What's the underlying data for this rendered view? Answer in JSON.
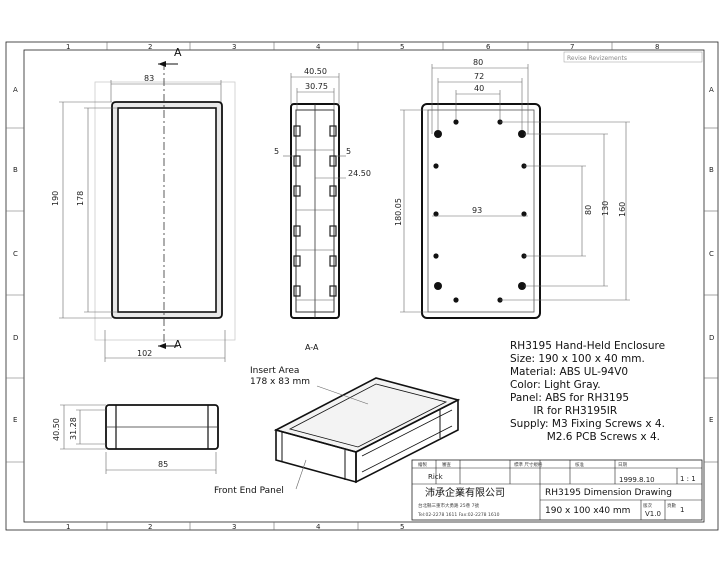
{
  "sheet": {
    "zones_top": [
      "1",
      "2",
      "3",
      "4",
      "5",
      "6",
      "7",
      "8"
    ],
    "zones_left": [
      "A",
      "B",
      "C",
      "D",
      "E"
    ],
    "revision_label": "Revise Revizements"
  },
  "section_markers": {
    "top": "A",
    "bottom": "A",
    "view_label": "A-A"
  },
  "front_view": {
    "width": "83",
    "height_outer": "190",
    "height_inner": "178",
    "bottom": "102"
  },
  "section_view": {
    "width_outer": "40.50",
    "width_inner": "30.75",
    "left_wall": "5",
    "right_wall": "5",
    "depth": "24.50"
  },
  "back_view": {
    "w_outer": "80",
    "w_mid": "72",
    "w_inner": "40",
    "w_center": "93",
    "h_left": "180.05",
    "h_right1": "80",
    "h_right2": "130",
    "h_right3": "160"
  },
  "end_view": {
    "height_outer": "40.50",
    "height_inner": "31.28",
    "width": "85"
  },
  "iso_labels": {
    "insert_line1": "Insert Area",
    "insert_line2": "178 x 83 mm",
    "front_panel": "Front End Panel"
  },
  "spec_notes": [
    "RH3195 Hand-Held Enclosure",
    "Size: 190 x 100 x 40 mm.",
    "Material: ABS UL-94V0",
    "Color: Light Gray.",
    "Panel: ABS for RH3195",
    "       IR for RH3195IR",
    "Supply: M3 Fixing Screws x 4.",
    "           M2.6 PCB Screws x 4."
  ],
  "title_block": {
    "h1": "繪製",
    "h2": "審查",
    "h3": "標準 尺寸規格",
    "h4": "核准",
    "h5": "日期",
    "drawn_by": "Rick",
    "date": "1999.8.10",
    "scale": "1 : 1",
    "company": "沛承企業有限公司",
    "address": "台北縣三重市大勇路 25巷 7號",
    "phone": "Tel:02-2278 1611   Fax:02-2278 1610",
    "drawing_title": "RH3195 Dimension Drawing",
    "size": "190 x 100 x40 mm",
    "version_label": "版次",
    "version": "V1.0",
    "page_label": "頁數",
    "page": "1"
  }
}
